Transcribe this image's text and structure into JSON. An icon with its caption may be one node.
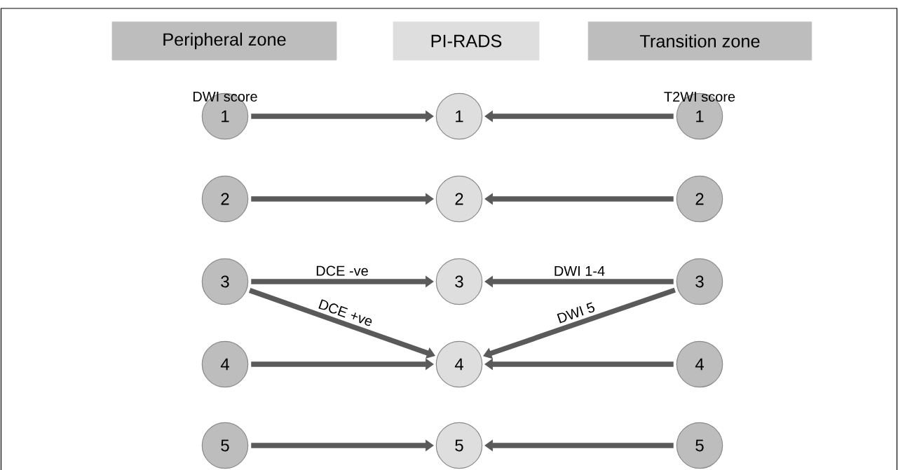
{
  "diagram": {
    "nodes": [
      {
        "text": [
          "Peripheral zone"
        ]
      },
      {
        "text": [
          "PI-RADS"
        ]
      },
      {
        "text": [
          "Transition zone"
        ]
      },
      {
        "text": [
          "1"
        ]
      },
      {
        "text": [
          "1"
        ]
      },
      {
        "text": [
          "1"
        ]
      },
      {
        "text": [
          "2"
        ]
      },
      {
        "text": [
          "2"
        ]
      },
      {
        "text": [
          "2"
        ]
      },
      {
        "text": [
          "3"
        ]
      },
      {
        "text": [
          "3"
        ]
      },
      {
        "text": [
          "3"
        ]
      },
      {
        "text": [
          "4"
        ]
      },
      {
        "text": [
          "4"
        ]
      },
      {
        "text": [
          "4"
        ]
      },
      {
        "text": [
          "5"
        ]
      },
      {
        "text": [
          "5"
        ]
      },
      {
        "text": [
          "5"
        ]
      }
    ],
    "edges": [
      {
        "from": 3,
        "to": 4,
        "arrow": "to"
      },
      {
        "from": 5,
        "to": 4,
        "arrow": "to"
      },
      {
        "from": 6,
        "to": 7,
        "arrow": "to"
      },
      {
        "from": 8,
        "to": 7,
        "arrow": "to"
      },
      {
        "from": 9,
        "to": 10,
        "arrow": "to",
        "label": "DCE -ve"
      },
      {
        "from": 11,
        "to": 10,
        "arrow": "to",
        "label": "DWI 1-4"
      },
      {
        "from": 9,
        "to": 13,
        "arrow": "to",
        "label": "DCE +ve"
      },
      {
        "from": 11,
        "to": 13,
        "arrow": "to",
        "label": "DWI 5"
      },
      {
        "from": 12,
        "to": 13,
        "arrow": "to"
      },
      {
        "from": 14,
        "to": 13,
        "arrow": "to"
      },
      {
        "from": 15,
        "to": 16,
        "arrow": "to"
      },
      {
        "from": 17,
        "to": 16,
        "arrow": "to"
      }
    ],
    "labels": [
      "DWI score",
      "T2WI score"
    ]
  }
}
